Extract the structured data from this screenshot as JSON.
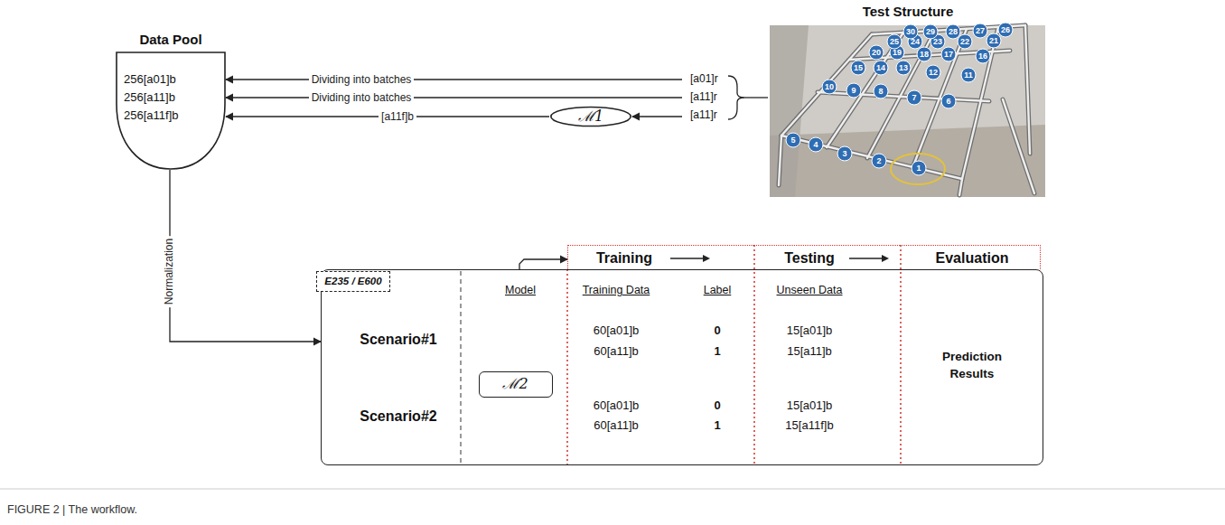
{
  "diagram": {
    "caption": "FIGURE 2 | The workflow.",
    "nodes": [
      {
        "text": [
          "Data Pool",
          "256[a01]b",
          "256[a11]b",
          "256[a11f]b"
        ]
      },
      {
        "text": [
          "Test Structure"
        ]
      },
      {
        "text": [
          "ℳ1"
        ]
      },
      {
        "text": [
          "Model",
          "Training Data",
          "Label",
          "Unseen Data",
          "Scenario#1",
          "60[a01]b",
          "0",
          "15[a01]b",
          "60[a11]b",
          "1",
          "15[a11]b",
          "Scenario#2",
          "60[a01]b",
          "0",
          "15[a01]b",
          "60[a11]b",
          "1",
          "15[a11f]b",
          "Prediction Results"
        ]
      },
      {
        "text": [
          "E235 / E600"
        ],
        "in": 3
      },
      {
        "text": [
          "ℳ2"
        ],
        "in": 3
      },
      {
        "text": [
          "Training",
          "Testing",
          "Evaluation"
        ]
      }
    ],
    "edges": [
      {
        "from": 1,
        "to": 0,
        "arrow": "to",
        "label": "Dividing into batches"
      },
      {
        "from": 1,
        "to": 0,
        "arrow": "to",
        "label": "Dividing into batches"
      },
      {
        "from": 1,
        "to": 2,
        "arrow": "to"
      },
      {
        "from": 2,
        "to": 0,
        "arrow": "to",
        "label": "[a11f]b"
      },
      {
        "from": 0,
        "to": 3,
        "arrow": "to",
        "label": "Normalization"
      },
      {
        "from": 3,
        "to": 6,
        "arrow": "to"
      }
    ],
    "labels": [
      "[a01]r",
      "[a11]r",
      "[a11]r",
      "1",
      "2",
      "3",
      "4",
      "5",
      "6",
      "7",
      "8",
      "9",
      "10",
      "11",
      "12",
      "13",
      "14",
      "15",
      "16",
      "17",
      "18",
      "19",
      "20",
      "21",
      "22",
      "23",
      "24",
      "25",
      "26",
      "27",
      "28",
      "29",
      "30"
    ]
  }
}
